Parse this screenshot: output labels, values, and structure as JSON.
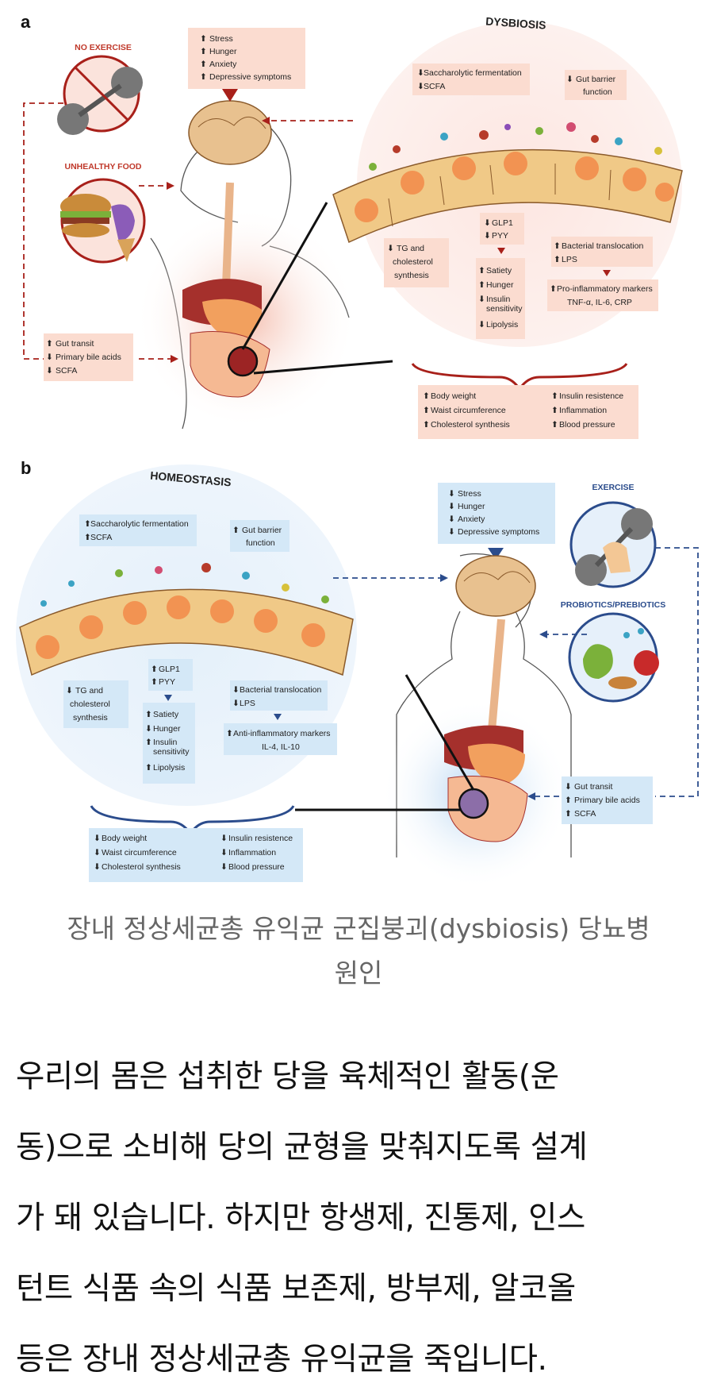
{
  "figure": {
    "panel_a": {
      "letter": "a",
      "title": "DYSBIOSIS",
      "no_exercise": "NO EXERCISE",
      "unhealthy_food": "UNHEALTHY FOOD",
      "brain_box": [
        "Stress",
        "Hunger",
        "Anxiety",
        "Depressive symptoms"
      ],
      "ferment_box": [
        "Saccharolytic fermentation",
        "SCFA"
      ],
      "gut_barrier": [
        "Gut barrier",
        "function"
      ],
      "tg_box": [
        "TG and",
        "cholesterol",
        "synthesis"
      ],
      "glp_box": [
        "GLP1",
        "PYY"
      ],
      "satiety_box": [
        "Satiety",
        "Hunger",
        "Insulin",
        "sensitivity",
        "Lipolysis"
      ],
      "bacterial_box": [
        "Bacterial translocation",
        "LPS"
      ],
      "markers_box": [
        "Pro-inflammatory markers",
        "TNF-α, IL-6, CRP"
      ],
      "gut_box": [
        "Gut transit",
        "Primary bile acids",
        "SCFA"
      ],
      "outcomes_left": [
        "Body weight",
        "Waist circumference",
        "Cholesterol synthesis"
      ],
      "outcomes_right": [
        "Insulin resistence",
        "Inflammation",
        "Blood pressure"
      ]
    },
    "panel_b": {
      "letter": "b",
      "title": "HOMEOSTASIS",
      "exercise": "EXERCISE",
      "probiotics": "PROBIOTICS/PREBIOTICS",
      "brain_box": [
        "Stress",
        "Hunger",
        "Anxiety",
        "Depressive symptoms"
      ],
      "ferment_box": [
        "Saccharolytic fermentation",
        "SCFA"
      ],
      "gut_barrier": [
        "Gut barrier",
        "function"
      ],
      "tg_box": [
        "TG and",
        "cholesterol",
        "synthesis"
      ],
      "glp_box": [
        "GLP1",
        "PYY"
      ],
      "satiety_box": [
        "Satiety",
        "Hunger",
        "Insulin",
        "sensitivity",
        "Lipolysis"
      ],
      "bacterial_box": [
        "Bacterial translocation",
        "LPS"
      ],
      "markers_box": [
        "Anti-inflammatory markers",
        "IL-4, IL-10"
      ],
      "gut_box": [
        "Gut transit",
        "Primary bile acids",
        "SCFA"
      ],
      "outcomes_left": [
        "Body weight",
        "Waist circumference",
        "Cholesterol synthesis"
      ],
      "outcomes_right": [
        "Insulin resistence",
        "Inflammation",
        "Blood pressure"
      ]
    },
    "colors": {
      "up_red": "#a8201a",
      "down_blue": "#2b4c8c",
      "pink_box": "#fbdcd0",
      "blue_box": "#d4e8f7"
    }
  },
  "caption": {
    "line1": "장내 정상세균총 유익균 군집붕괴(dysbiosis) 당뇨병",
    "line2": "원인"
  },
  "body": {
    "lines": [
      "우리의 몸은 섭취한 당을 육체적인 활동(운",
      "동)으로 소비해 당의 균형을 맞춰지도록 설계",
      "가 돼 있습니다. 하지만 항생제, 진통제, 인스",
      "턴트 식품 속의 식품 보존제, 방부제, 알코올",
      "등은 장내 정상세균총 유익균을 죽입니다."
    ]
  }
}
